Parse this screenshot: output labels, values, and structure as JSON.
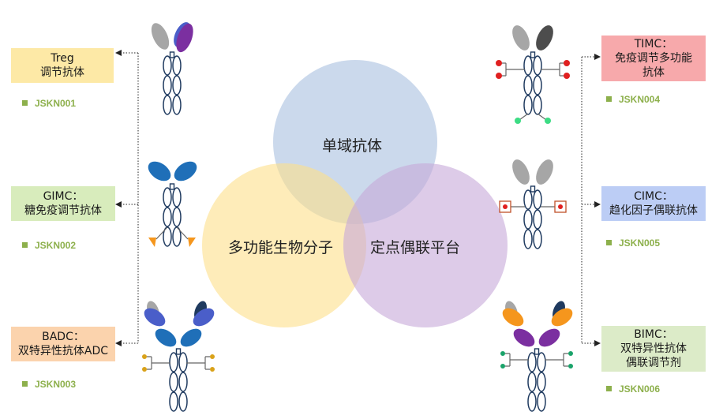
{
  "center": {
    "top_circle": "单域抗体",
    "left_circle": "多功能生物分子",
    "right_circle": "定点偶联平台"
  },
  "colors": {
    "top_circle": "#a8c0e0",
    "left_circle": "#fde08a",
    "right_circle": "#c7a8d8",
    "code_green": "#8db04c",
    "treg_box": "#fde9a6",
    "gimc_box": "#d8ecbc",
    "badc_box": "#fbd3ad",
    "timc_box": "#f7a9ab",
    "cimc_box": "#bccdf5",
    "bimc_box": "#dcebc8"
  },
  "left_items": [
    {
      "line1": "Treg",
      "line2": "调节抗体",
      "code": "JSKN001"
    },
    {
      "line1": "GIMC：",
      "line2": "糖免疫调节抗体",
      "code": "JSKN002"
    },
    {
      "line1": "BADC：",
      "line2": "双特异性抗体ADC",
      "code": "JSKN003"
    }
  ],
  "right_items": [
    {
      "line1": "TIMC：",
      "line2": "免疫调节多功能",
      "line3": "抗体",
      "code": "JSKN004"
    },
    {
      "line1": "CIMC：",
      "line2": "趋化因子偶联抗体",
      "code": "JSKN005"
    },
    {
      "line1": "BIMC：",
      "line2": "双特异性抗体",
      "line3": "偶联调节剂",
      "code": "JSKN006"
    }
  ]
}
